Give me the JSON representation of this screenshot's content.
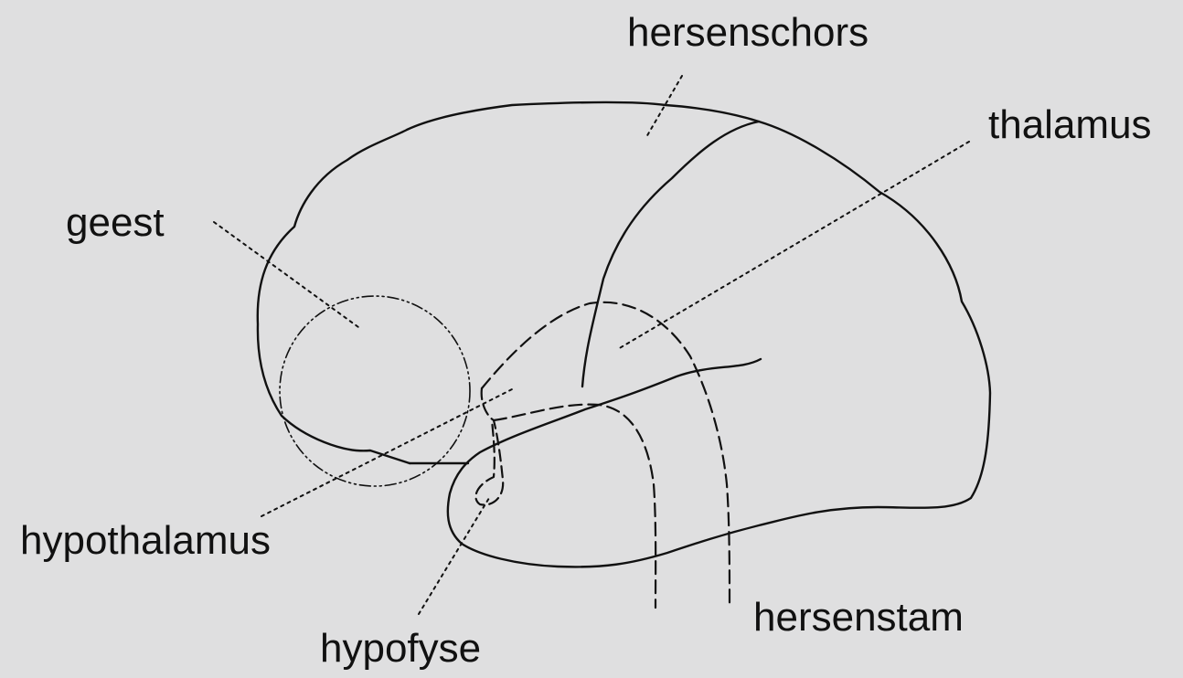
{
  "diagram": {
    "background_color": "#dfdfe0",
    "line_color": "#111111",
    "labels": {
      "hersenschors": "hersenschors",
      "thalamus": "thalamus",
      "geest": "geest",
      "hypothalamus": "hypothalamus",
      "hersenstam": "hersenstam",
      "hypofyse": "hypofyse"
    }
  }
}
